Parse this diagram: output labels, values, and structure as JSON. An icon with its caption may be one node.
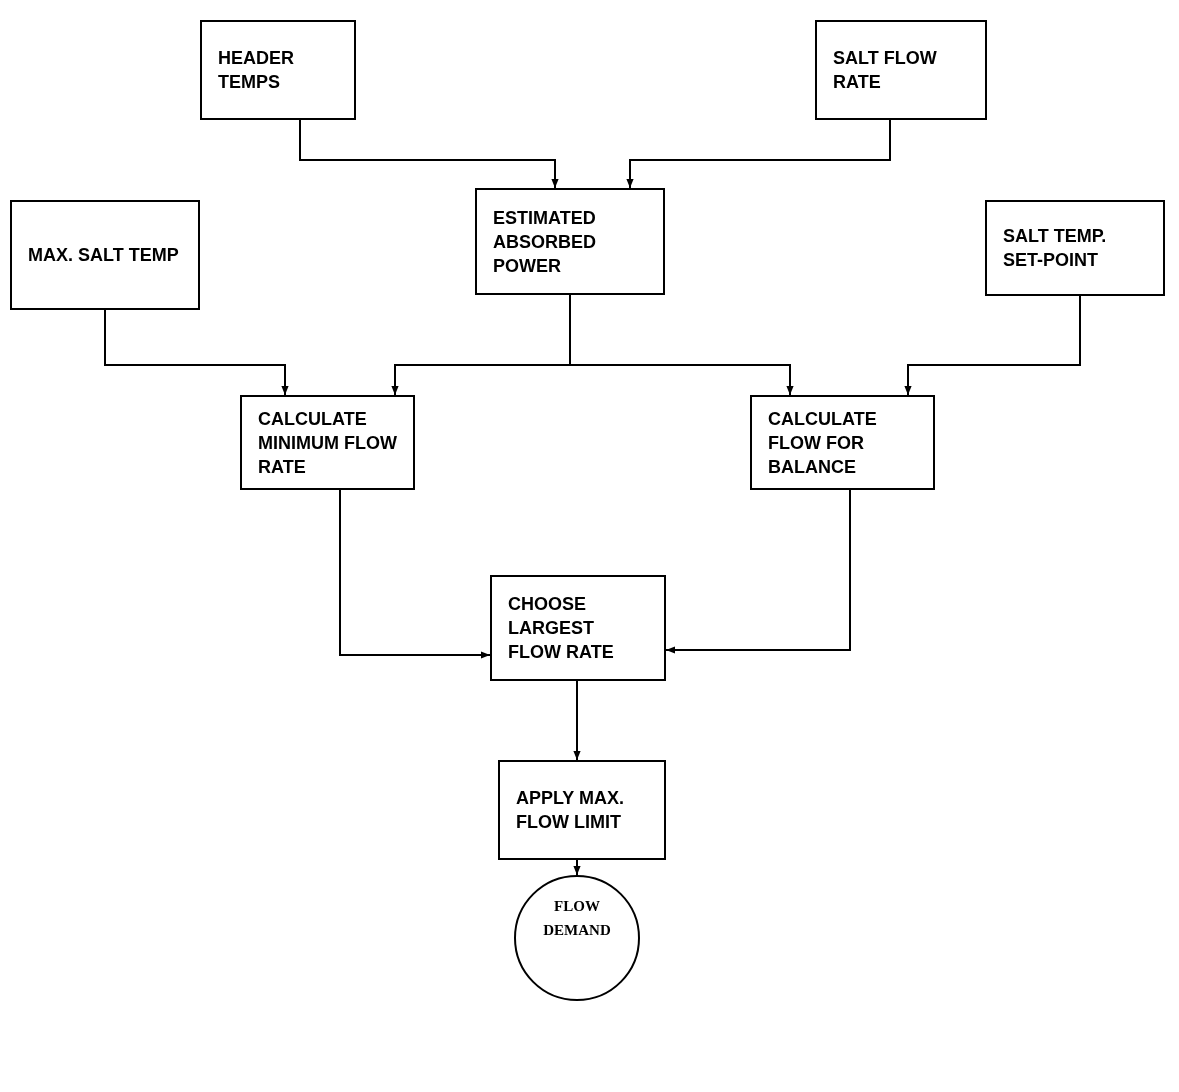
{
  "diagram": {
    "nodes": [
      {
        "text": [
          "HEADER TEMPS"
        ]
      },
      {
        "text": [
          "SALT FLOW RATE"
        ]
      },
      {
        "text": [
          "MAX. SALT TEMP"
        ]
      },
      {
        "text": [
          "ESTIMATED ABSORBED POWER"
        ]
      },
      {
        "text": [
          "SALT TEMP. SET-POINT"
        ]
      },
      {
        "text": [
          "CALCULATE MINIMUM FLOW RATE"
        ]
      },
      {
        "text": [
          "CALCULATE FLOW FOR BALANCE"
        ]
      },
      {
        "text": [
          "CHOOSE LARGEST FLOW RATE"
        ]
      },
      {
        "text": [
          "APPLY MAX. FLOW LIMIT"
        ]
      },
      {
        "text": [
          "FLOW DEMAND"
        ]
      }
    ],
    "edges": [
      {
        "from": 0,
        "to": 3,
        "arrow": "to"
      },
      {
        "from": 1,
        "to": 3,
        "arrow": "to"
      },
      {
        "from": 2,
        "to": 5,
        "arrow": "to"
      },
      {
        "from": 3,
        "to": 5,
        "arrow": "to"
      },
      {
        "from": 3,
        "to": 6,
        "arrow": "to"
      },
      {
        "from": 4,
        "to": 6,
        "arrow": "to"
      },
      {
        "from": 5,
        "to": 7,
        "arrow": "to"
      },
      {
        "from": 6,
        "to": 7,
        "arrow": "to"
      },
      {
        "from": 7,
        "to": 8,
        "arrow": "to"
      },
      {
        "from": 8,
        "to": 9,
        "arrow": "to"
      }
    ]
  }
}
